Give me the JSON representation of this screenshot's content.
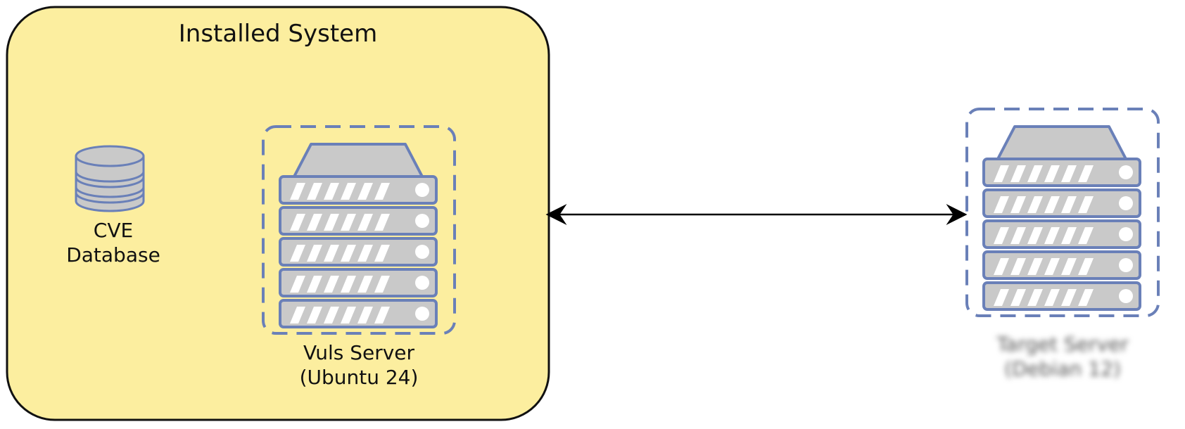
{
  "container": {
    "title": "Installed System"
  },
  "database": {
    "line1": "CVE",
    "line2": "Database"
  },
  "vuls_server": {
    "line1": "Vuls Server",
    "line2": "(Ubuntu 24)"
  },
  "target_server": {
    "line1": "Target Server",
    "line2": "(Debian 12)"
  },
  "colors": {
    "container_fill": "#fcee9f",
    "container_stroke": "#111111",
    "icon_stroke": "#6a80b8",
    "icon_fill": "#c9c9c9",
    "dash_stroke": "#6a80b8",
    "connector": "#000000"
  }
}
